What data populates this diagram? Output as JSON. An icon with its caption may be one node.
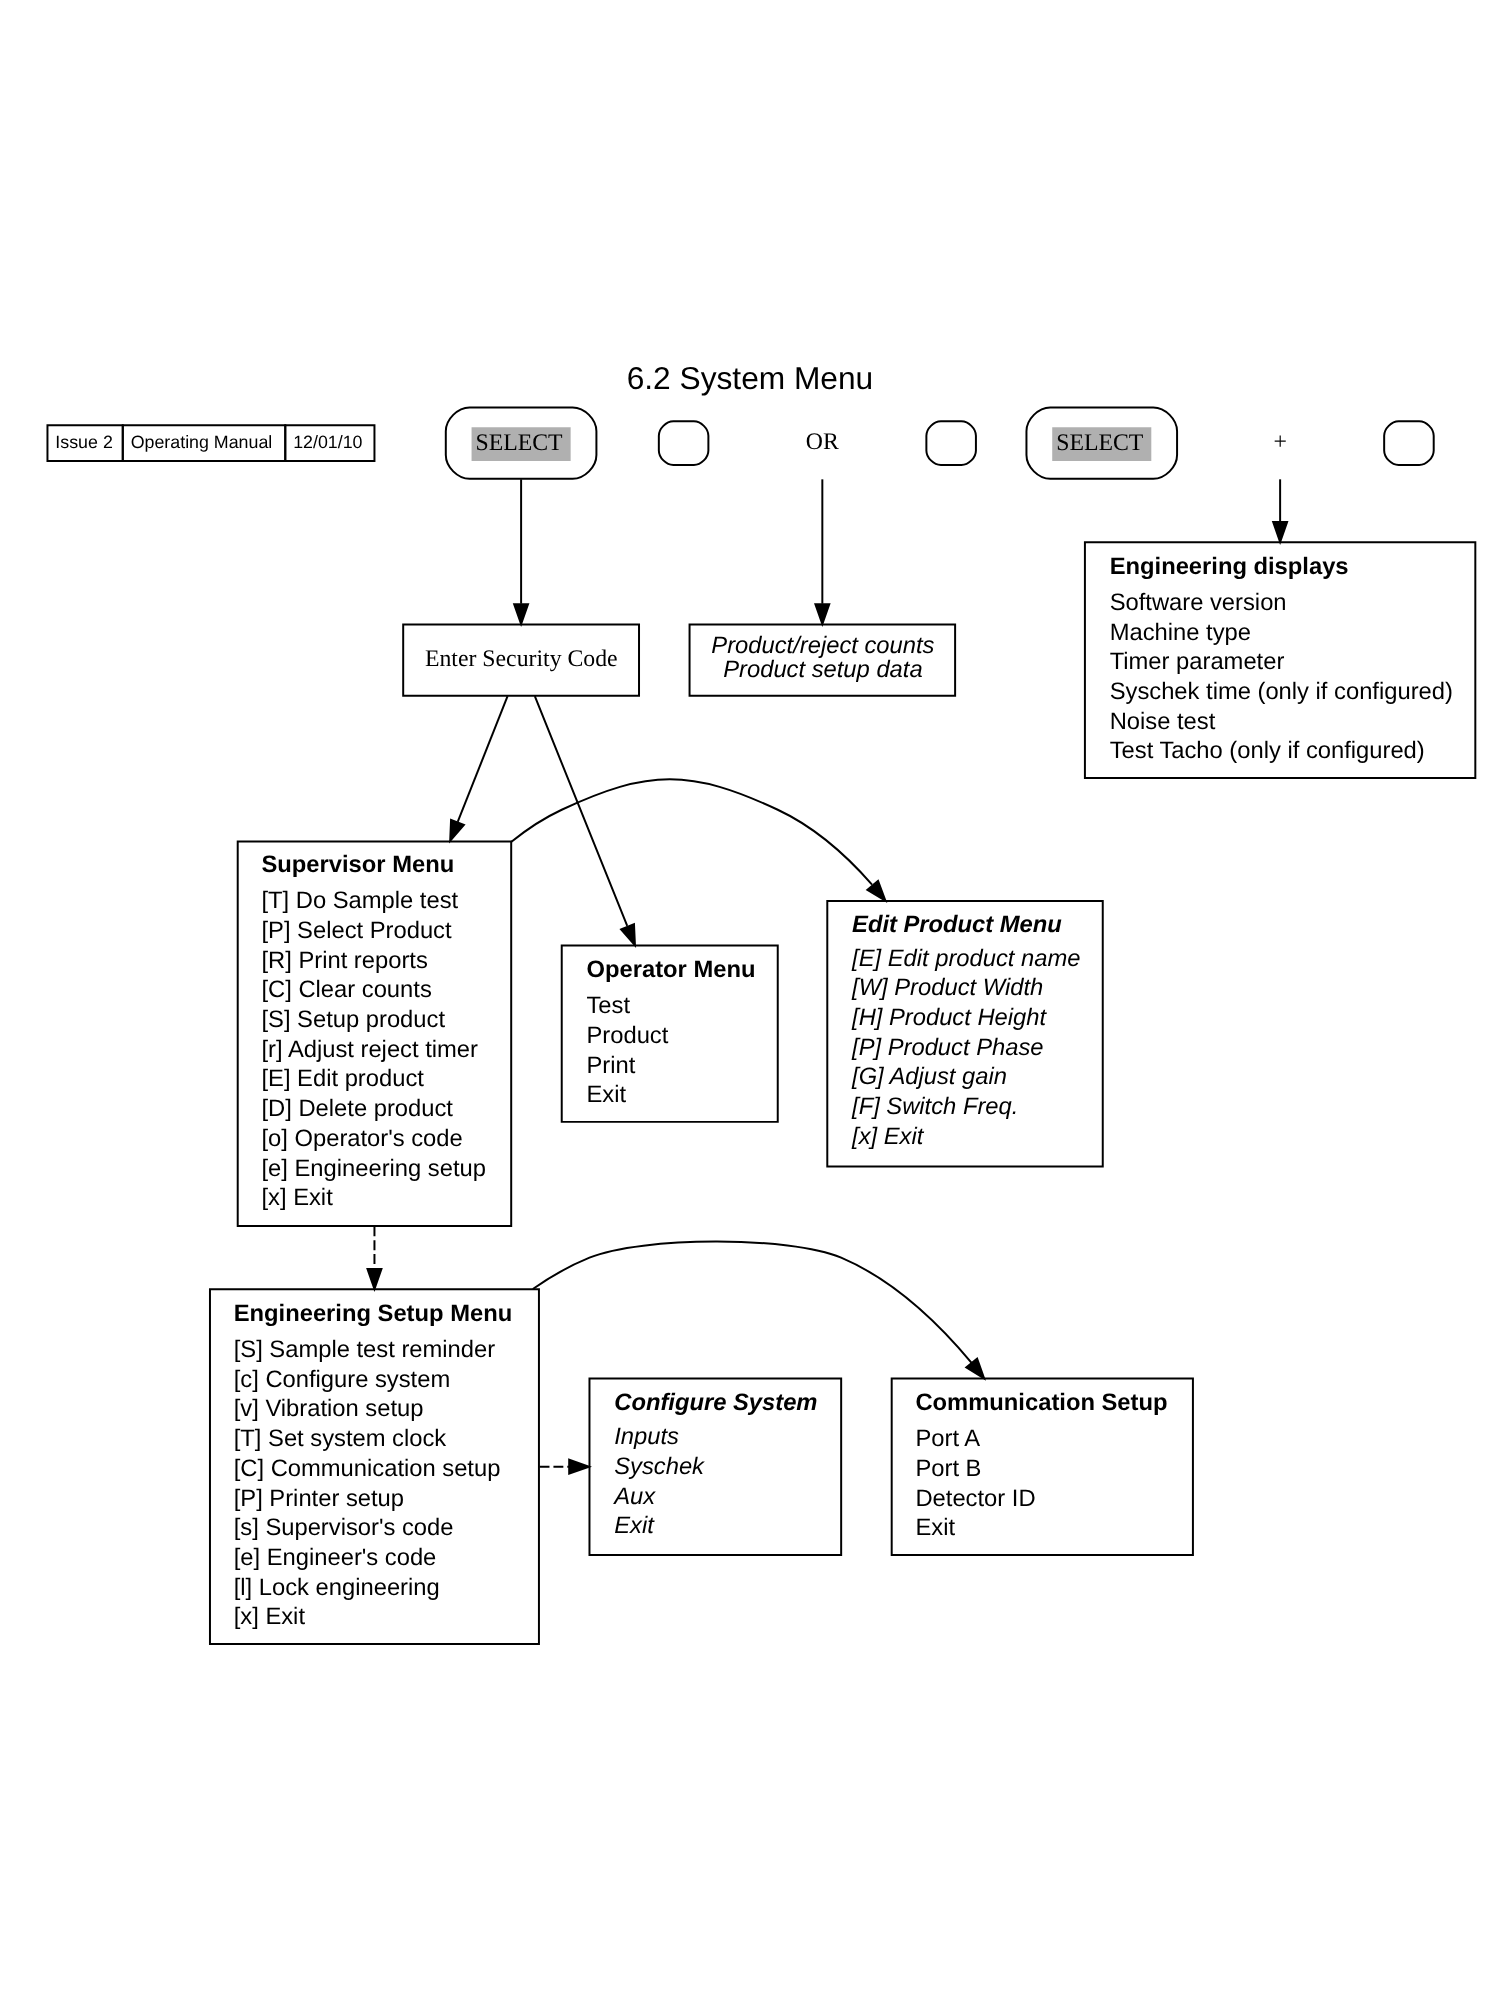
{
  "diagram": {
    "title": "6.2 System Menu",
    "nodes": [
      {
        "text": [
          "SELECT"
        ]
      },
      {
        "text": [
          "Enter Security Code"
        ]
      },
      {
        "text": [],
        "shape": "box"
      },
      {
        "text": [
          "OR"
        ]
      },
      {
        "text": [],
        "shape": "box"
      },
      {
        "text": [
          "SELECT"
        ]
      },
      {
        "text": [
          "+"
        ]
      },
      {
        "text": [],
        "shape": "box"
      },
      {
        "text": [
          "Product/reject counts",
          "Product setup data"
        ]
      },
      {
        "text": [
          "Supervisor Menu",
          "[T] Do Sample test",
          "[P] Select Product",
          "[R] Print reports",
          "[C] Clear counts",
          "[S] Setup product",
          "[r] Adjust reject timer",
          "[E] Edit product",
          "[D] Delete product",
          "[o] Operator's code",
          "[e] Engineering setup",
          "[x] Exit"
        ]
      },
      {
        "text": [
          "Operator Menu",
          "Test",
          "Product",
          "Print",
          "Exit"
        ]
      },
      {
        "text": [
          "Engineering displays",
          "Software version",
          "Machine type",
          "Timer parameter",
          "Syschek time (only if configured)",
          "Noise test",
          "Test Tacho (only if configured)"
        ]
      },
      {
        "text": [
          "Edit Product Menu",
          "[E] Edit product name",
          "[W] Product Width",
          "[H] Product Height",
          "[P] Product Phase",
          "[G] Adjust gain",
          "[F] Switch Freq.",
          "[x] Exit"
        ]
      },
      {
        "text": [
          "Engineering Setup Menu",
          "[S] Sample test reminder",
          "[c] Configure system",
          "[v] Vibration setup",
          "[T] Set system clock",
          "[C] Communication setup",
          "[P] Printer setup",
          "[s] Supervisor's code",
          "[e] Engineer's code",
          "[l] Lock engineering",
          "[x] Exit"
        ]
      },
      {
        "text": [
          "Configure System",
          "Inputs",
          "Syschek",
          "Aux",
          "Exit"
        ]
      },
      {
        "text": [
          "Communication Setup",
          "Port A",
          "Port B",
          "Detector ID",
          "Exit"
        ]
      }
    ],
    "edges": [
      {
        "from": 0,
        "to": 1,
        "arrow": "to"
      },
      {
        "from": 1,
        "to": 9,
        "arrow": "to"
      },
      {
        "from": 1,
        "to": 10,
        "arrow": "to"
      },
      {
        "from": 3,
        "to": 8,
        "arrow": "to"
      },
      {
        "from": 6,
        "to": 11,
        "arrow": "to"
      },
      {
        "from": 9,
        "to": 12,
        "arrow": "to"
      },
      {
        "from": 9,
        "to": 13,
        "arrow": "to",
        "style": "dashed"
      },
      {
        "from": 13,
        "to": 14,
        "arrow": "to",
        "style": "dashed"
      },
      {
        "from": 13,
        "to": 15,
        "arrow": "to"
      }
    ],
    "labels": [
      "Issue 2",
      "Operating Manual",
      "12/01/10"
    ]
  }
}
